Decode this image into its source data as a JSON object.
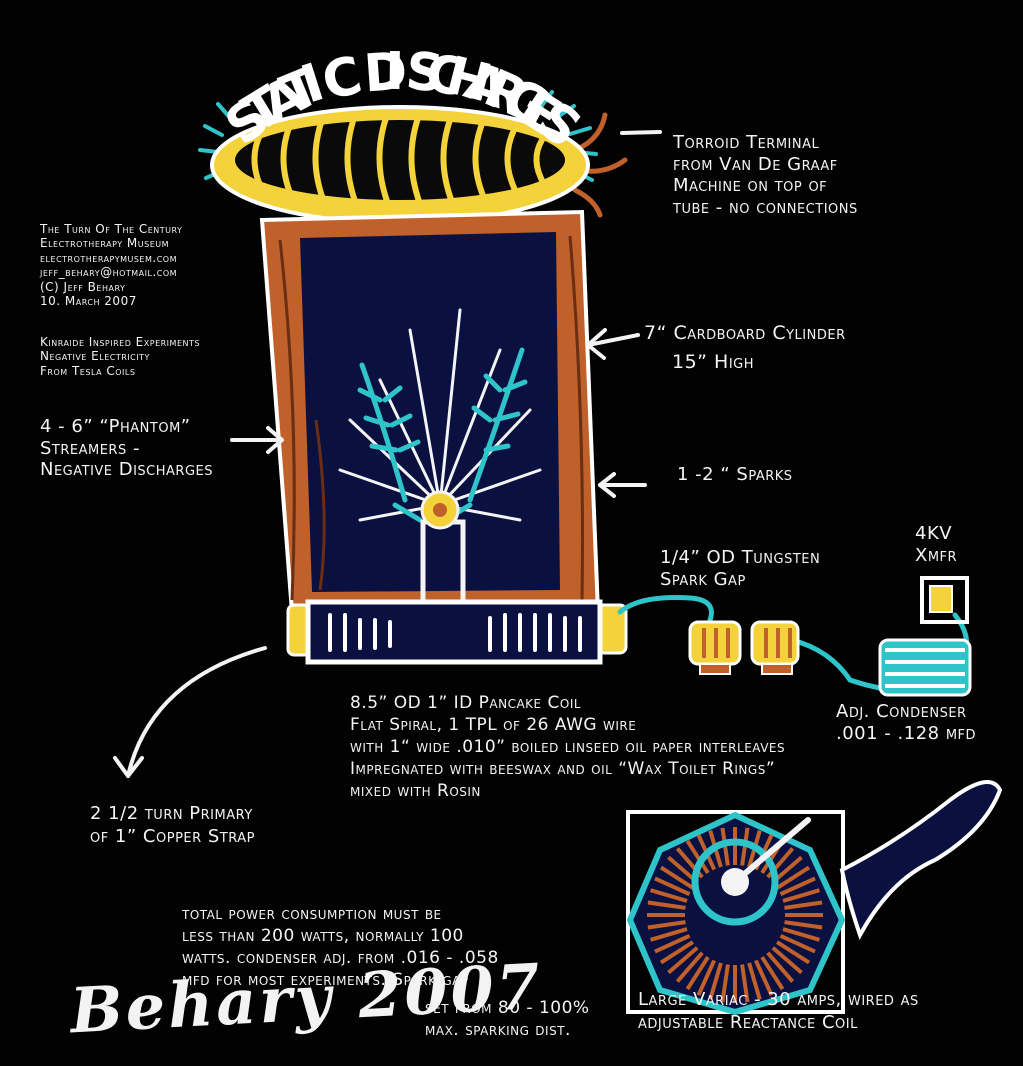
{
  "title": "Static Discharges",
  "museum": {
    "lines": [
      "The Turn Of The Century",
      "Electrotherapy Museum",
      "electrotherapymusem.com",
      "jeff_behary@hotmail.com",
      "(C) Jeff Behary",
      "10. March 2007"
    ],
    "experiment_lines": [
      "Kinraide Inspired Experiments",
      "Negative Electricity",
      "From Tesla Coils"
    ]
  },
  "labels": {
    "torroid": [
      "Torroid Terminal",
      "from Van De Graaf",
      "Machine on top of",
      "tube - no connections"
    ],
    "cylinder": [
      "7“ Cardboard Cylinder",
      "15” High"
    ],
    "streamers": [
      "4 - 6” “Phantom”",
      "Streamers -",
      "Negative Discharges"
    ],
    "sparks": "1 -2 “ Sparks",
    "transformer": [
      "4KV",
      "Xmfr"
    ],
    "spark_gap": [
      "1/4” OD Tungsten",
      "Spark Gap"
    ],
    "condenser": [
      "Adj. Condenser",
      ".001 - .128 mfd"
    ],
    "pancake": [
      "8.5” OD 1” ID Pancake Coil",
      "Flat Spiral, 1 TPL of 26 AWG wire",
      "with 1“ wide .010” boiled linseed oil paper interleaves",
      "Impregnated with beeswax and oil “Wax Toilet Rings”",
      "mixed with Rosin"
    ],
    "primary": [
      "2 1/2 turn Primary",
      "of 1” Copper Strap"
    ],
    "power": [
      "total power consumption must be",
      "less than 200 watts, normally 100",
      "watts.  condenser adj. from .016 - .058",
      "mfd for most experiments.  Spark gap"
    ],
    "spark_gap_setting": [
      "set from 80 - 100%",
      "max. sparking dist."
    ],
    "variac": [
      "Large Variac - 30 amps, wired as",
      "adjustable Reactance Coil"
    ]
  },
  "signature": "Behary 2007",
  "colors": {
    "background": "#020202",
    "yellow": "#f3d23a",
    "copper": "#c0602a",
    "navy": "#0a1040",
    "cyan": "#2fc4c9",
    "ink": "#f4f4f4"
  }
}
